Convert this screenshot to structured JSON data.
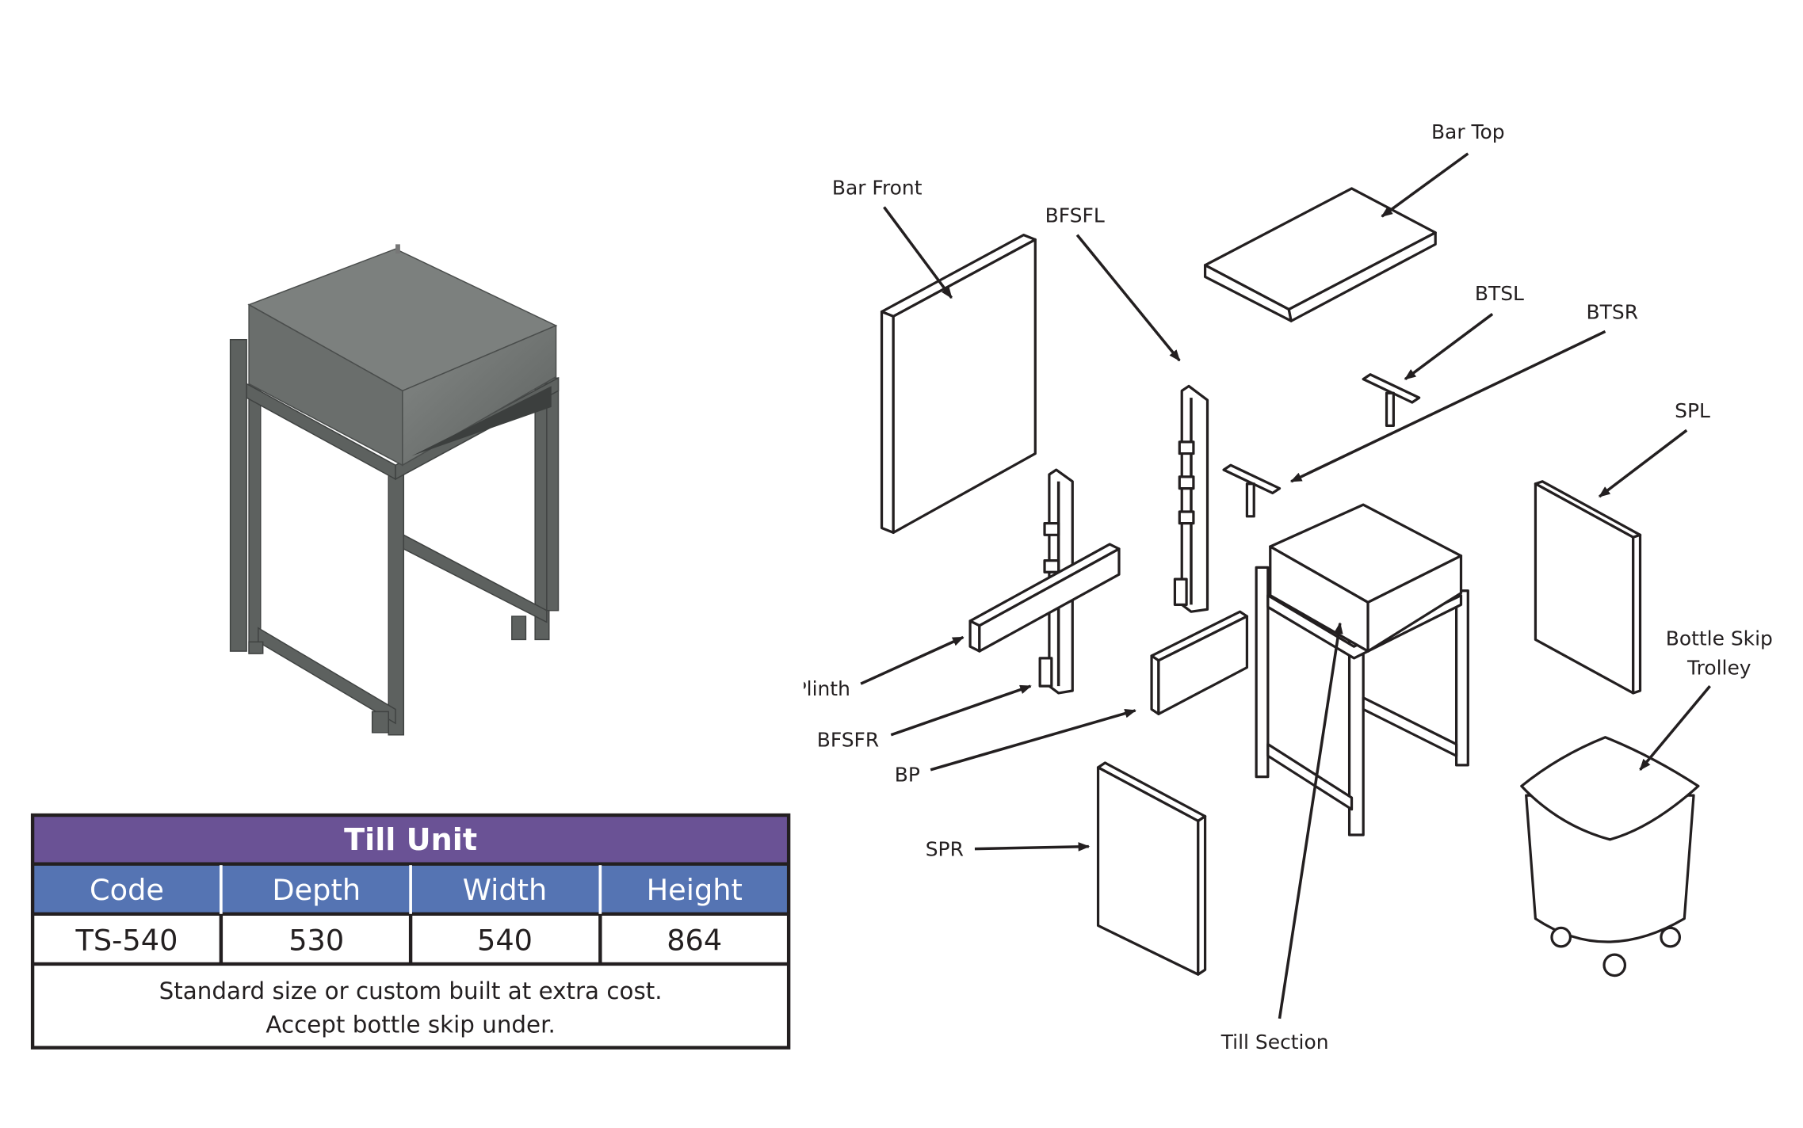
{
  "table": {
    "title": "Till Unit",
    "headers": [
      "Code",
      "Depth",
      "Width",
      "Height"
    ],
    "row": [
      "TS-540",
      "530",
      "540",
      "864"
    ],
    "note_lines": [
      "Standard size or custom built at extra cost.",
      "Accept bottle skip under."
    ]
  },
  "labels": {
    "bar_top": "Bar Top",
    "bar_front": "Bar Front",
    "bfsfl": "BFSFL",
    "btsl": "BTSL",
    "btsr": "BTSR",
    "spl": "SPL",
    "bottle_skip_trolley_1": "Bottle Skip",
    "bottle_skip_trolley_2": "Trolley",
    "plinth": "Plinth",
    "bfsfr": "BFSFR",
    "bp": "BP",
    "spr": "SPR",
    "till_section": "Till Section"
  },
  "colors": {
    "title_bg": "#6a5295",
    "header_bg": "#5574b3",
    "border": "#231f20",
    "steel": "#6e7270"
  }
}
